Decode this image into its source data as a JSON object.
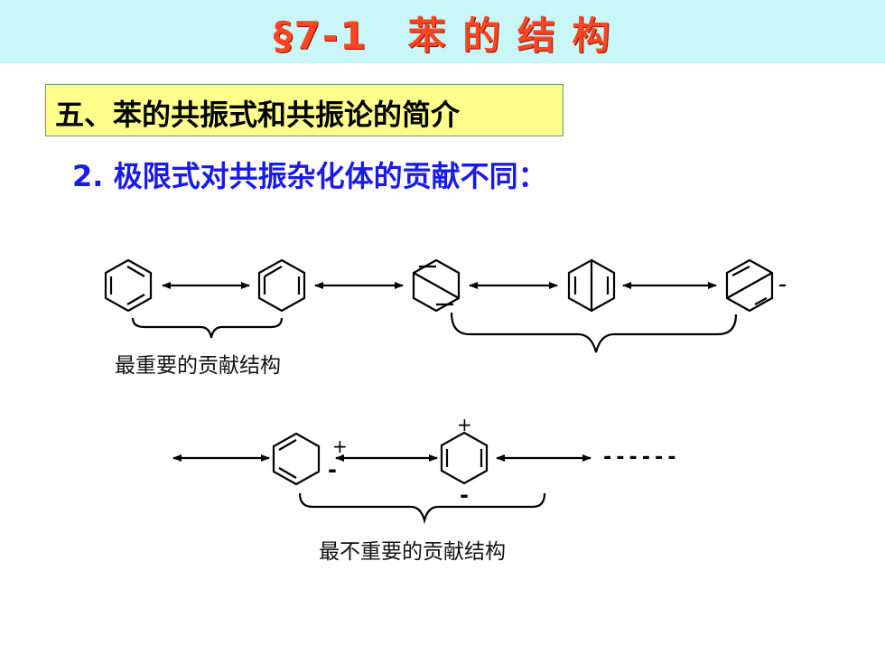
{
  "title": "§7-1　苯 的 结 构",
  "section_heading": "五、苯的共振式和共振论的简介",
  "subheading": "2. 极限式对共振杂化体的贡献不同：",
  "labels": {
    "most_important": "最重要的贡献结构",
    "least_important": "最不重要的贡献结构"
  },
  "charges": {
    "plus": "+",
    "minus": "-"
  },
  "ellipsis": "------",
  "colors": {
    "title_bar": "#c9f7f7",
    "title_text": "#ff4422",
    "section_box": "#ffff8c",
    "subheading": "#1a1aee"
  }
}
